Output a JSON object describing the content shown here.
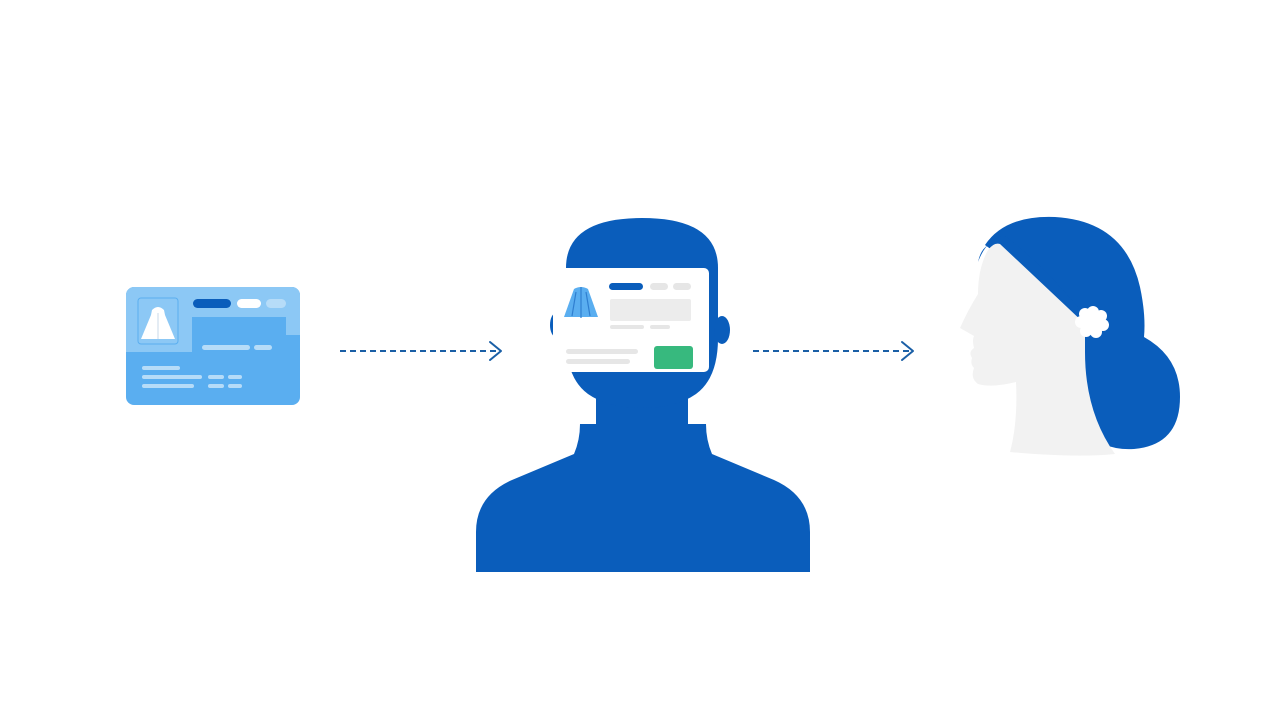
{
  "diagram": {
    "description_text": "",
    "colors": {
      "primary_blue": "#0a5dbb",
      "card_blue": "#5aaef0",
      "card_light_blue": "#8cc8f5",
      "face_gray": "#f2f2f2",
      "screen_white": "#ffffff",
      "placeholder_gray": "#e6e6e6",
      "accent_green": "#37b97e",
      "arrow_blue": "#1a5fa6"
    },
    "nodes": [
      {
        "id": "product-card",
        "icon": "product-card-icon"
      },
      {
        "id": "person-viewing-screen",
        "icon": "person-with-screen-icon"
      },
      {
        "id": "woman-with-flower",
        "icon": "woman-profile-icon"
      }
    ],
    "edges": [
      {
        "from": "product-card",
        "to": "person-viewing-screen",
        "style": "dashed-arrow"
      },
      {
        "from": "person-viewing-screen",
        "to": "woman-with-flower",
        "style": "dashed-arrow"
      }
    ]
  }
}
